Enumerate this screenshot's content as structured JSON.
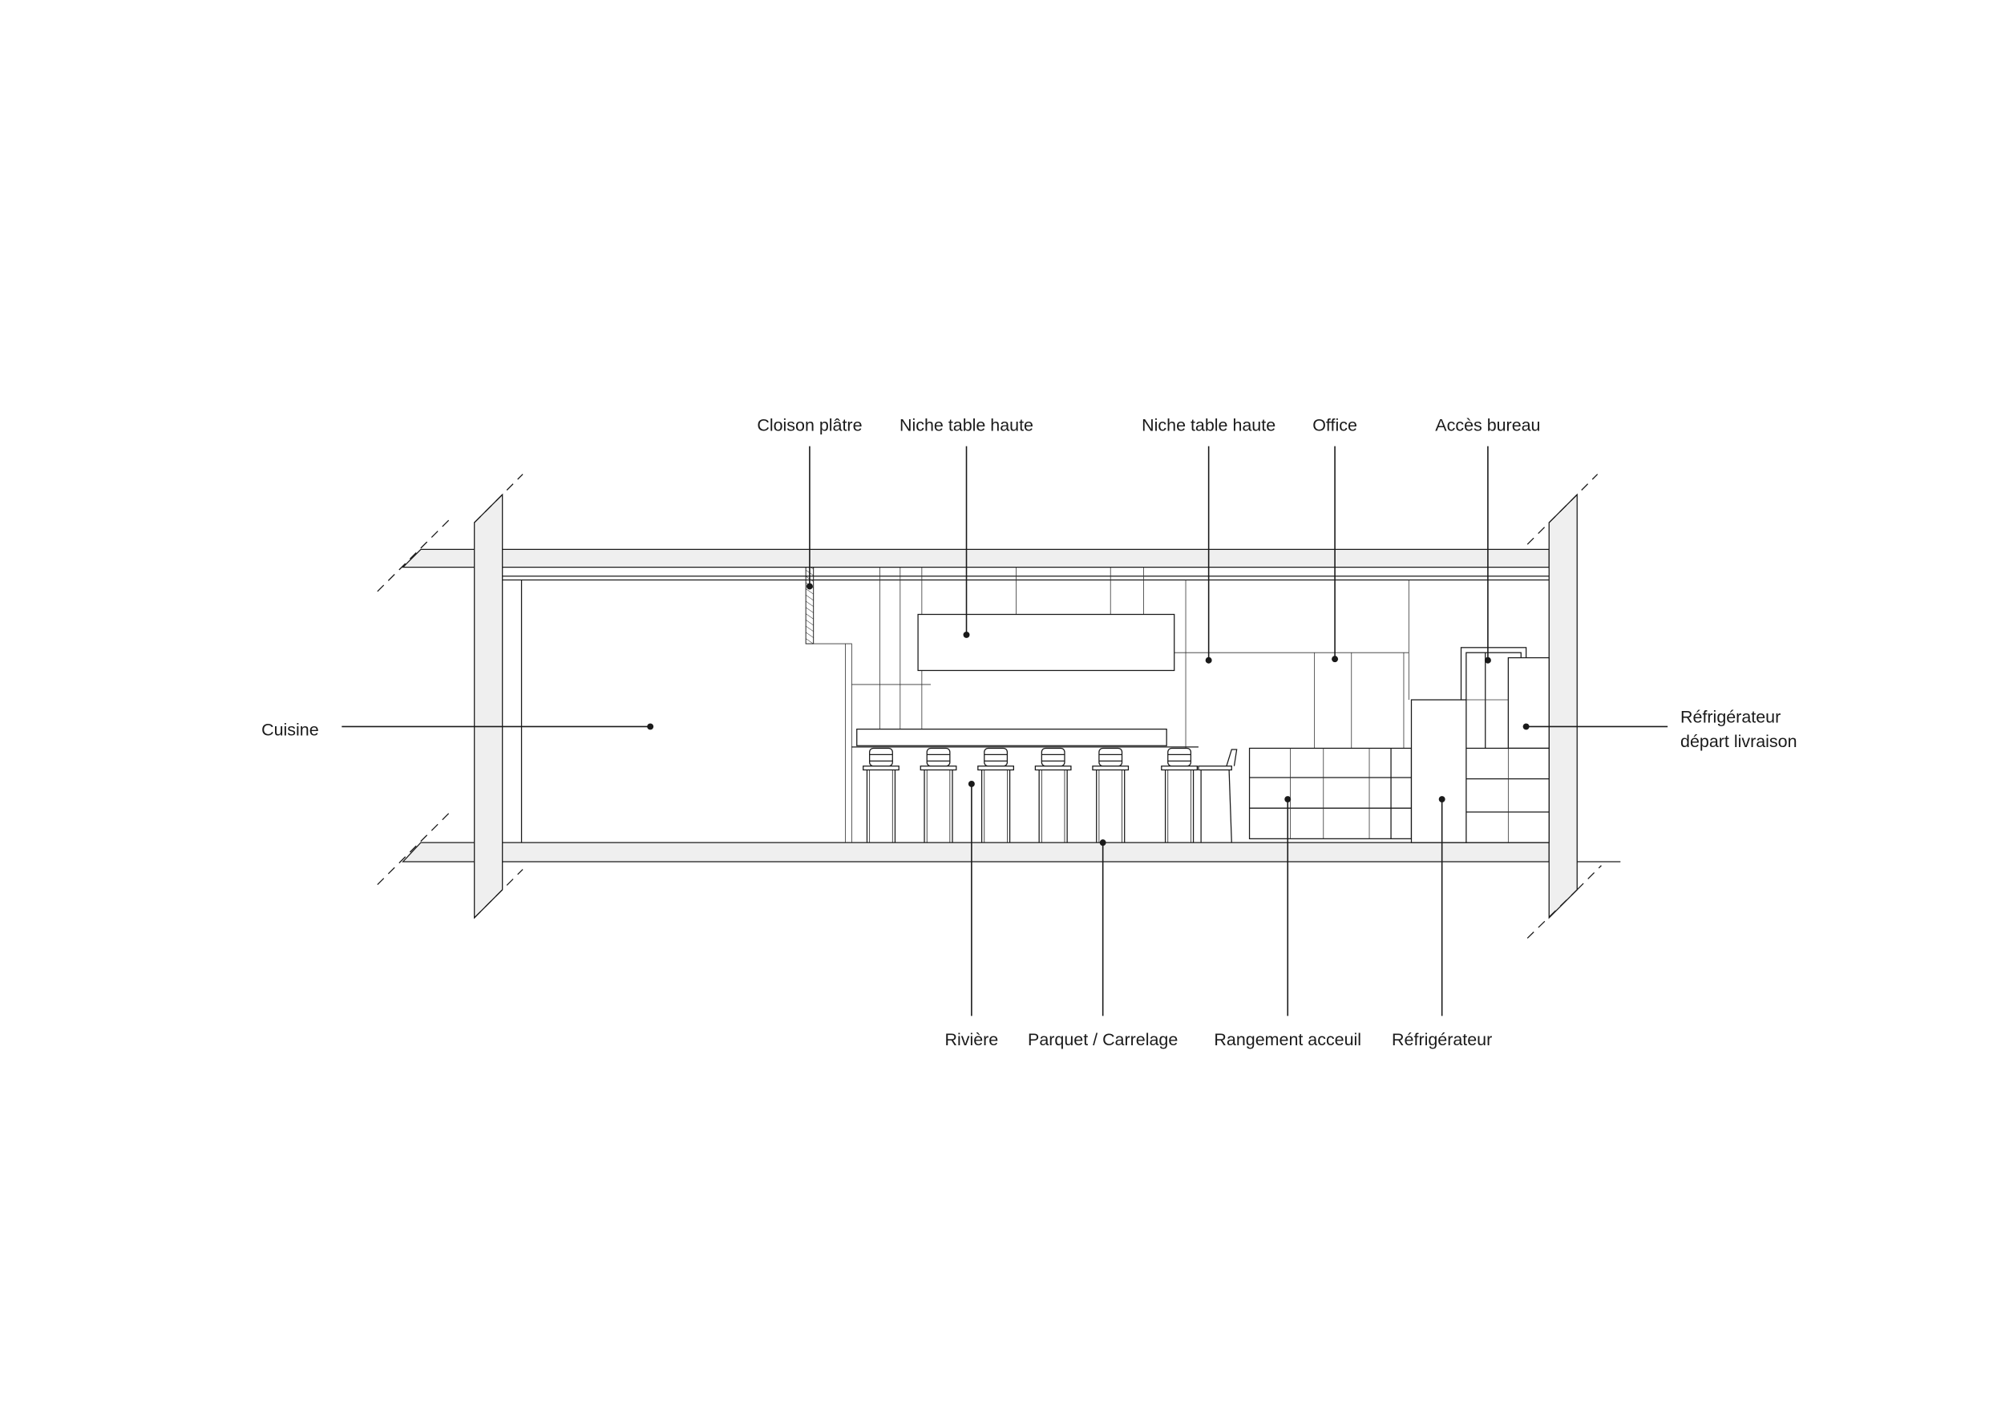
{
  "title": "Coupe - aménagement intérieur",
  "labels": {
    "cloison": "Cloison plâtre",
    "niche1": "Niche table haute",
    "niche2": "Niche table haute",
    "office": "Office",
    "acces": "Accès bureau",
    "cuisine": "Cuisine",
    "refrig_livraison_1": "Réfrigérateur",
    "refrig_livraison_2": "départ livraison",
    "riviere": "Rivière",
    "parquet": "Parquet / Carrelage",
    "rangement": "Rangement acceuil",
    "refrigerateur": "Réfrigérateur"
  },
  "colors": {
    "line": "#1a1a1a",
    "slab": "#efefef"
  }
}
